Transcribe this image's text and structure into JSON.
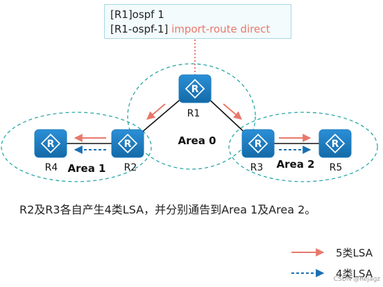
{
  "config": {
    "lines": [
      {
        "prefix": "[R1]ospf 1",
        "highlight": ""
      },
      {
        "prefix": "[R1-ospf-1] ",
        "highlight": "import-route direct"
      }
    ],
    "highlight_color": "#e8786b"
  },
  "routers": [
    {
      "id": "R1",
      "label": "R1"
    },
    {
      "id": "R2",
      "label": "R2"
    },
    {
      "id": "R3",
      "label": "R3"
    },
    {
      "id": "R4",
      "label": "R4"
    },
    {
      "id": "R5",
      "label": "R5"
    }
  ],
  "areas": [
    {
      "id": "area0",
      "label": "Area 0"
    },
    {
      "id": "area1",
      "label": "Area 1"
    },
    {
      "id": "area2",
      "label": "Area 2"
    }
  ],
  "links": [
    {
      "from": "R1",
      "to": "R2"
    },
    {
      "from": "R1",
      "to": "R3"
    },
    {
      "from": "R2",
      "to": "R4"
    },
    {
      "from": "R3",
      "to": "R5"
    }
  ],
  "caption": "R2及R3各自产生4类LSA，并分别通告到Area 1及Area 2。",
  "legend": [
    {
      "label": "5类LSA",
      "style": "solid"
    },
    {
      "label": "4类LSA",
      "style": "dashed"
    }
  ],
  "colors": {
    "router": "#1a7bbf",
    "area_border": "#2aa6a6",
    "lsa5": "#e8786b",
    "lsa4": "#1a6fb3",
    "link": "#111111"
  },
  "watermark": "CSDN @Rejagz"
}
